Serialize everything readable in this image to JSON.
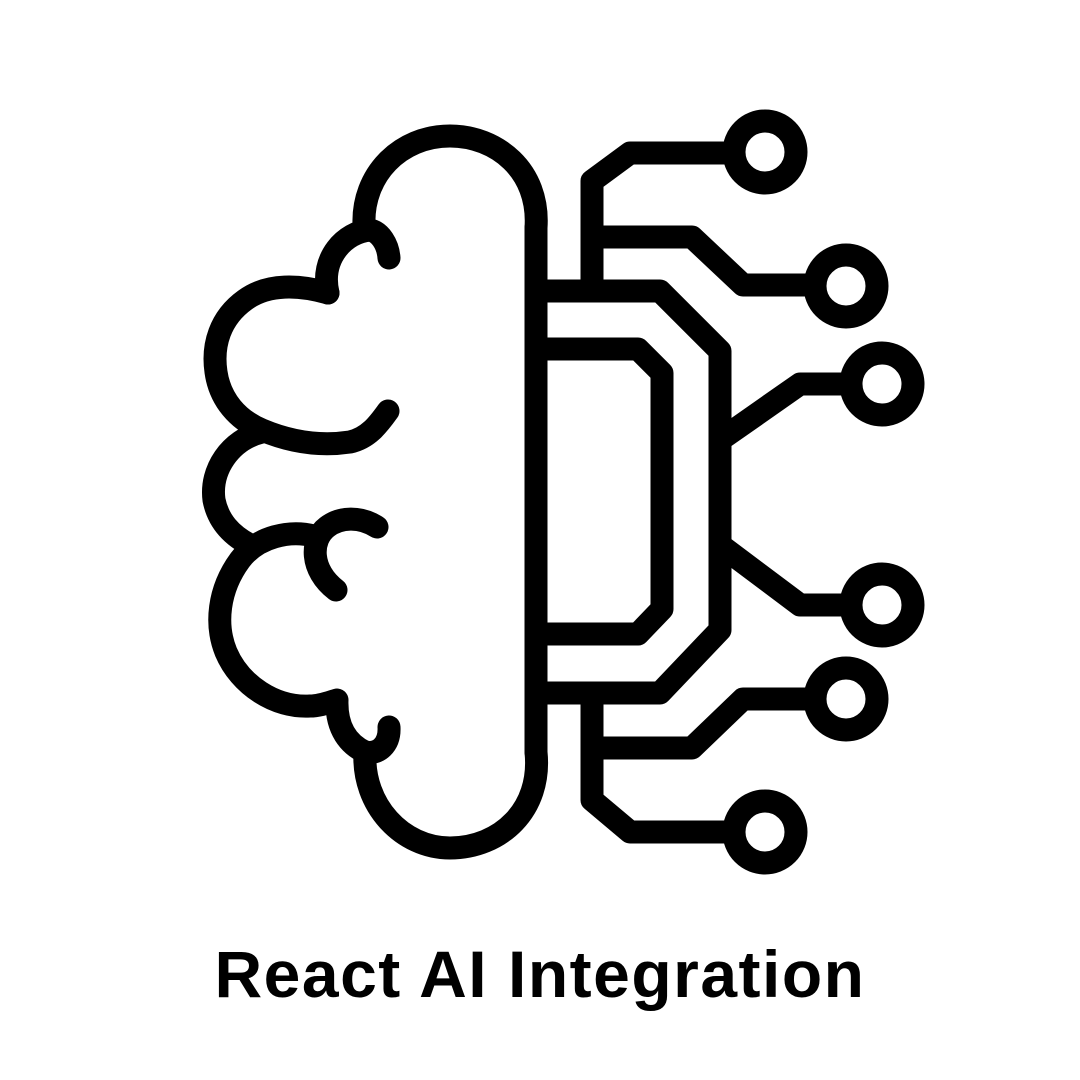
{
  "illustration": {
    "icon": "brain-circuit-icon",
    "description": "Half brain outline on the left joined to a circuit board with six node terminals on the right",
    "stroke_color": "#000000",
    "background_color": "#ffffff",
    "node_count": 6
  },
  "caption": {
    "text": "React AI Integration"
  }
}
